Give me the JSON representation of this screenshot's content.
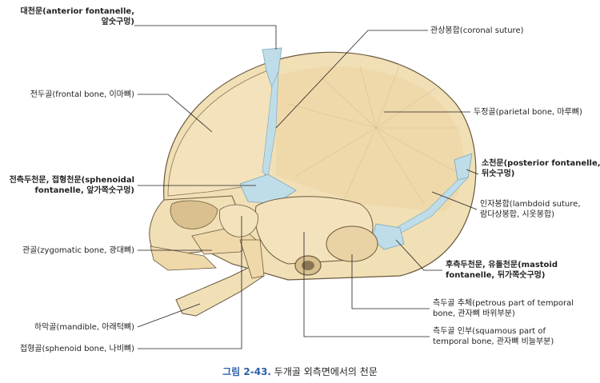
{
  "labels": {
    "anterior_fontanelle": [
      "대천문(anterior fontanelle,",
      "앞숫구멍)"
    ],
    "frontal_bone": "전두골(frontal bone, 이마뼈)",
    "sphenoidal_fontanelle": [
      "전측두천문, 접형천문(sphenoidal",
      "fontanelle, 앞가쪽숫구멍)"
    ],
    "zygomatic_bone": "관골(zygomatic bone, 광대뼈)",
    "mandible": "하악골(mandible, 아래턱뼈)",
    "sphenoid_bone": "접형골(sphenoid bone, 나비뼈)",
    "coronal_suture": "관상봉합(coronal suture)",
    "parietal_bone": "두정골(parietal bone, 마루뼈)",
    "posterior_fontanelle": [
      "소천문(posterior fontanelle,",
      "뒤숫구멍)"
    ],
    "lambdoid_suture": [
      "인자봉합(lambdoid suture,",
      "람다상봉합, 시옷봉합)"
    ],
    "mastoid_fontanelle": [
      "후측두천문, 유돌천문(mastoid",
      "fontanelle, 뒤가쪽숫구멍)"
    ],
    "petrous_part": [
      "측두골 추체(petrous part of temporal",
      "bone, 관자뼈 바위부분)"
    ],
    "squamous_part": [
      "측두골 인부(squamous part of",
      "temporal bone, 관자뼈 비늘부분)"
    ]
  },
  "caption": {
    "number": "그림 2-43.",
    "text": " 두개골 외측면에서의 천문"
  },
  "colors": {
    "bone": "#f1dfb6",
    "bone_shadow": "#d9c08e",
    "fontanelle": "#bfdde8",
    "caption_accent": "#2b5fa8"
  }
}
